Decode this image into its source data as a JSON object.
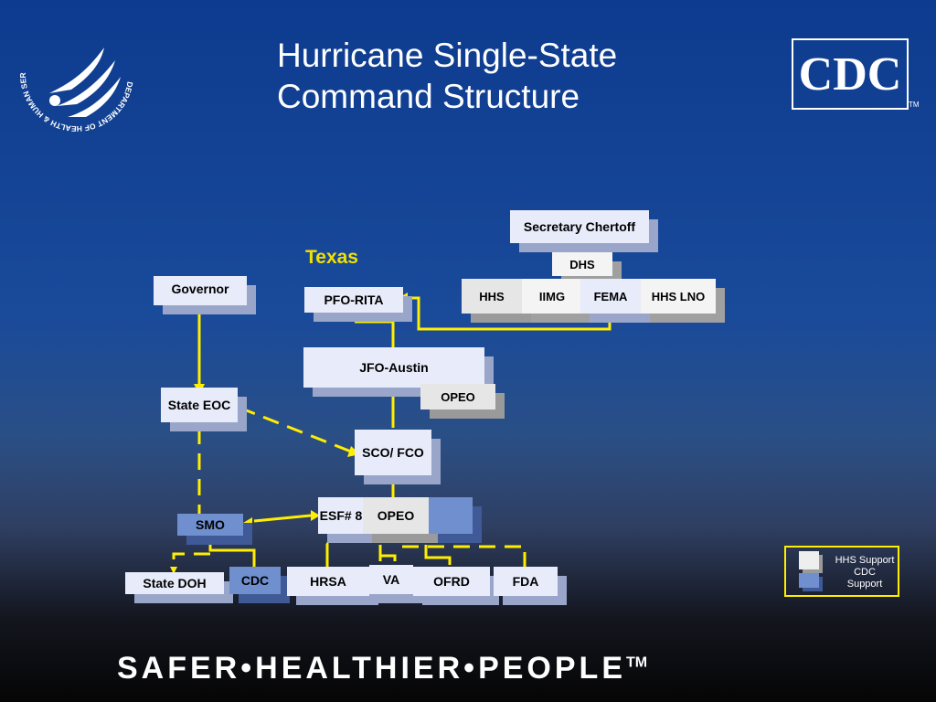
{
  "title": {
    "line1": "Hurricane Single-State",
    "line2": "Command Structure"
  },
  "region_label": "Texas",
  "boxes": {
    "secretary": "Secretary Chertoff",
    "dhs": "DHS",
    "hhs": "HHS",
    "iimg": "IIMG",
    "fema": "FEMA",
    "hhs_lno": "HHS LNO",
    "governor": "Governor",
    "pfo": "PFO-RITA",
    "jfo": "JFO-Austin",
    "opeo_jfo": "OPEO",
    "state_eoc": "State EOC",
    "sco_fco": "SCO/ FCO",
    "esf8": "ESF# 8",
    "opeo_esf": "OPEO",
    "smo": "SMO",
    "state_doh": "State DOH",
    "cdc": "CDC",
    "hrsa": "HRSA",
    "va": "VA",
    "ofrd": "OFRD",
    "fda": "FDA"
  },
  "legend": {
    "line1": "HHS Support",
    "line2": "CDC",
    "line3": "Support"
  },
  "logos": {
    "cdc": "CDC",
    "cdc_tm": "TM",
    "hhs_seal_text": "DEPARTMENT OF HEALTH & HUMAN SERVICES·USA"
  },
  "footer": {
    "tagline": "SAFER•HEALTHIER•PEOPLE",
    "tm": "TM"
  },
  "colors": {
    "connector": "#ffee00",
    "title": "#ffffff",
    "region": "#f0e000",
    "cdc_blue": "#6f8fcf"
  }
}
